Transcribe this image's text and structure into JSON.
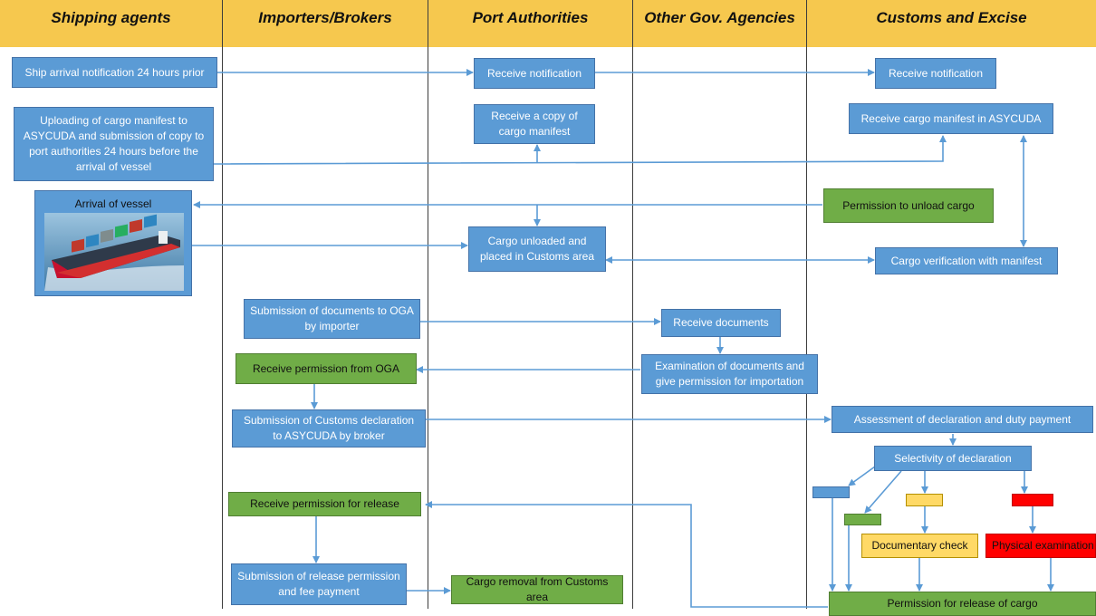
{
  "lanes": [
    "Shipping agents",
    "Importers/Brokers",
    "Port Authorities",
    "Other Gov. Agencies",
    "Customs and Excise"
  ],
  "boxes": {
    "ship_arrival": "Ship arrival notification 24 hours prior",
    "upload_manifest": "Uploading of cargo manifest to ASYCUDA and submission of copy to port authorities 24 hours before the arrival of vessel",
    "arrival_vessel": "Arrival of vessel",
    "pa_receive_notification": "Receive notification",
    "pa_receive_copy": "Receive a copy of cargo manifest",
    "pa_cargo_unloaded": "Cargo unloaded and placed in Customs area",
    "cx_receive_notification": "Receive notification",
    "cx_receive_manifest": "Receive cargo manifest in ASYCUDA",
    "cx_permission_unload": "Permission to unload cargo",
    "cx_cargo_verification": "Cargo verification with manifest",
    "ib_submission_docs_oga": "Submission of documents to OGA by importer",
    "oga_receive_docs": "Receive documents",
    "oga_examination": "Examination of documents and give permission for importation",
    "ib_receive_permission_oga": "Receive permission from OGA",
    "ib_submission_customs_decl": "Submission of Customs declaration to ASYCUDA by broker",
    "cx_assessment": "Assessment of declaration and duty payment",
    "cx_selectivity": "Selectivity of declaration",
    "ib_receive_permission_release": "Receive permission for release",
    "cx_documentary_check": "Documentary check",
    "cx_physical_examination": "Physical examination",
    "ib_submission_release": "Submission of release permission and fee payment",
    "pa_cargo_removal": "Cargo removal from Customs area",
    "cx_permission_release": "Permission for release of cargo"
  },
  "colors": {
    "header": "#f6c84e",
    "process_blue": "#5b9bd5",
    "permission_green": "#70ad47",
    "document_yellow": "#ffd966",
    "physical_red": "#ff0000",
    "connector": "#5b9bd5"
  }
}
